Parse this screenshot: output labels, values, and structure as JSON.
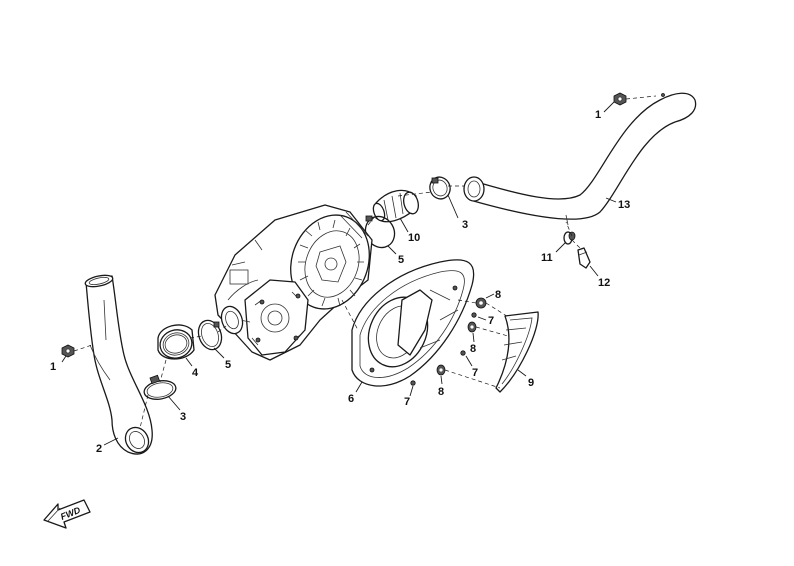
{
  "diagram": {
    "callouts": {
      "c1a": "1",
      "c1b": "1",
      "c2": "2",
      "c3a": "3",
      "c3b": "3",
      "c4": "4",
      "c5a": "5",
      "c5b": "5",
      "c6": "6",
      "c7a": "7",
      "c7b": "7",
      "c7c": "7",
      "c8a": "8",
      "c8b": "8",
      "c8c": "8",
      "c9": "9",
      "c10": "10",
      "c11": "11",
      "c12": "12",
      "c13": "13"
    },
    "direction_indicator": "FWD"
  }
}
